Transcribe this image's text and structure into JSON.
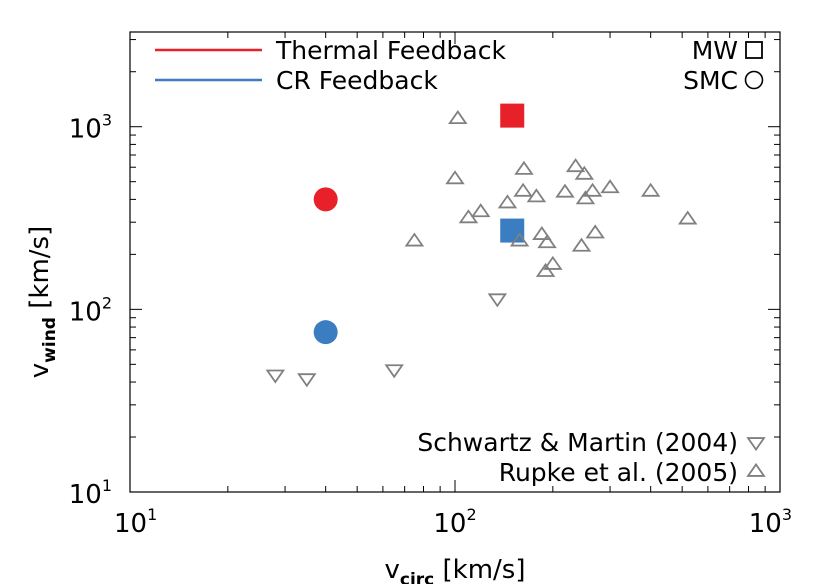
{
  "chart_data": {
    "type": "scatter",
    "x_axis": {
      "label_main": "v",
      "label_sub": "circ",
      "label_units": "[km/s]",
      "scale": "log",
      "xlim": [
        10,
        1000
      ],
      "ticks": [
        {
          "value": 10,
          "base": "10",
          "exp": "1"
        },
        {
          "value": 100,
          "base": "10",
          "exp": "2"
        },
        {
          "value": 1000,
          "base": "10",
          "exp": "3"
        }
      ]
    },
    "y_axis": {
      "label_main": "v",
      "label_sub": "wind",
      "label_units": "[km/s]",
      "scale": "log",
      "ylim": [
        10,
        3300
      ],
      "ticks": [
        {
          "value": 10,
          "base": "10",
          "exp": "1"
        },
        {
          "value": 100,
          "base": "10",
          "exp": "2"
        },
        {
          "value": 1000,
          "base": "10",
          "exp": "3"
        }
      ]
    },
    "grid": false,
    "legend_top_left": [
      {
        "label": "Thermal Feedback",
        "color": "#e8202a"
      },
      {
        "label": "CR Feedback",
        "color": "#3a7dc0"
      }
    ],
    "legend_top_right": [
      {
        "label": "MW",
        "marker": "square"
      },
      {
        "label": "SMC",
        "marker": "circle"
      }
    ],
    "legend_bottom_right": [
      {
        "label": "Schwartz & Martin (2004)",
        "marker": "triangle-down"
      },
      {
        "label": "Rupke et al. (2005)",
        "marker": "triangle-up"
      }
    ],
    "series": [
      {
        "name": "Thermal Feedback",
        "color": "#e8202a",
        "points": [
          {
            "x": 150,
            "y": 1150,
            "marker": "square"
          },
          {
            "x": 40,
            "y": 400,
            "marker": "circle"
          }
        ]
      },
      {
        "name": "CR Feedback",
        "color": "#3a7dc0",
        "points": [
          {
            "x": 150,
            "y": 270,
            "marker": "square"
          },
          {
            "x": 40,
            "y": 75,
            "marker": "circle"
          }
        ]
      },
      {
        "name": "Schwartz & Martin (2004)",
        "color": "#808080",
        "marker": "triangle-down",
        "points": [
          {
            "x": 28,
            "y": 44
          },
          {
            "x": 35,
            "y": 42
          },
          {
            "x": 65,
            "y": 47
          },
          {
            "x": 135,
            "y": 115
          }
        ]
      },
      {
        "name": "Rupke et al. (2005)",
        "color": "#808080",
        "marker": "triangle-up",
        "points": [
          {
            "x": 75,
            "y": 235
          },
          {
            "x": 100,
            "y": 515
          },
          {
            "x": 102,
            "y": 1100
          },
          {
            "x": 110,
            "y": 315
          },
          {
            "x": 120,
            "y": 340
          },
          {
            "x": 145,
            "y": 380
          },
          {
            "x": 158,
            "y": 235
          },
          {
            "x": 162,
            "y": 440
          },
          {
            "x": 163,
            "y": 580
          },
          {
            "x": 178,
            "y": 410
          },
          {
            "x": 185,
            "y": 255
          },
          {
            "x": 190,
            "y": 160
          },
          {
            "x": 192,
            "y": 230
          },
          {
            "x": 200,
            "y": 175
          },
          {
            "x": 218,
            "y": 435
          },
          {
            "x": 235,
            "y": 600
          },
          {
            "x": 245,
            "y": 220
          },
          {
            "x": 250,
            "y": 545
          },
          {
            "x": 252,
            "y": 400
          },
          {
            "x": 265,
            "y": 440
          },
          {
            "x": 270,
            "y": 260
          },
          {
            "x": 300,
            "y": 460
          },
          {
            "x": 400,
            "y": 440
          },
          {
            "x": 520,
            "y": 310
          }
        ]
      }
    ]
  }
}
